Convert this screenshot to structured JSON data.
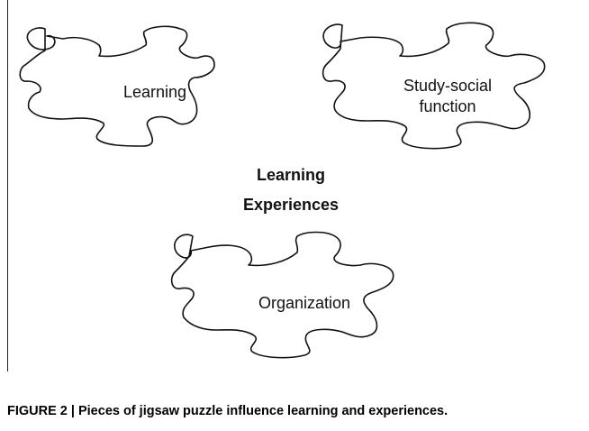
{
  "pieces": [
    {
      "label_lines": [
        "Learning"
      ]
    },
    {
      "label_lines": [
        "Study-social",
        "function"
      ]
    },
    {
      "label_lines": [
        "Organization"
      ]
    }
  ],
  "center_label_lines": [
    "Learning",
    "Experiences"
  ],
  "caption": "FIGURE 2 | Pieces of jigsaw puzzle influence learning and experiences."
}
